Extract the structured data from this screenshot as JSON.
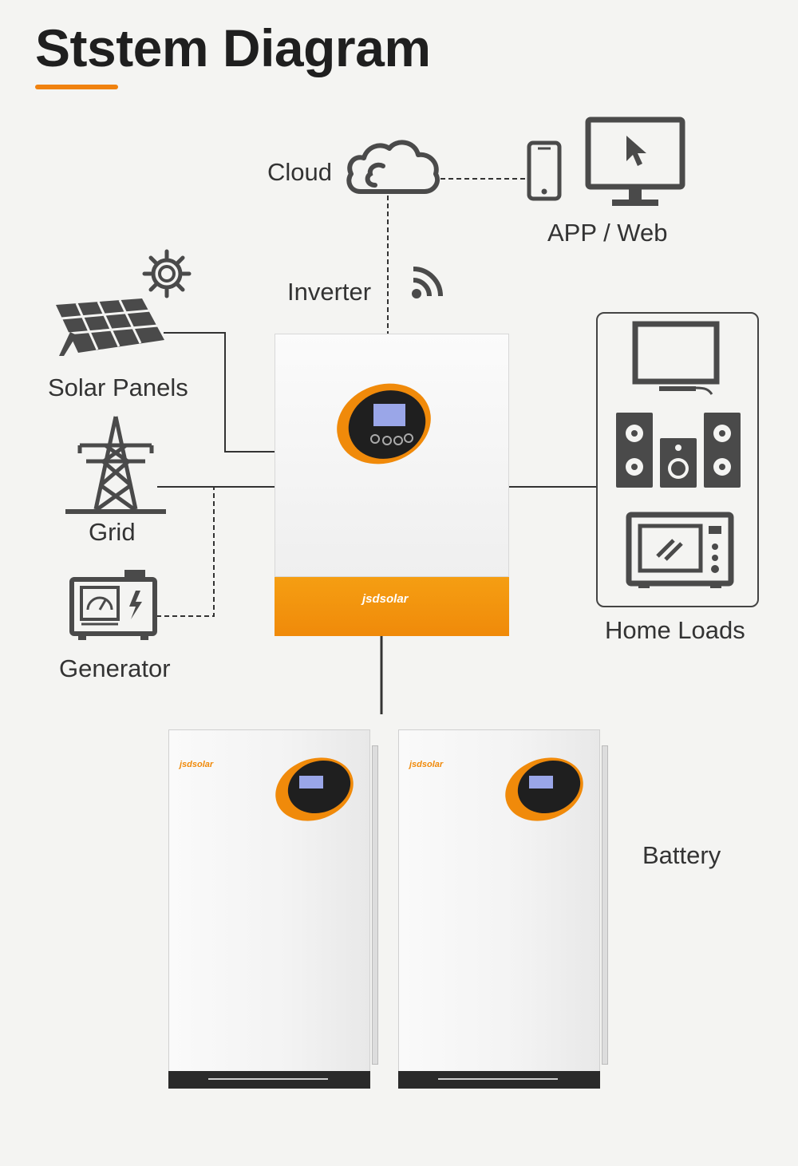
{
  "title": "Ststem Diagram",
  "labels": {
    "cloud": "Cloud",
    "app_web": "APP / Web",
    "inverter": "Inverter",
    "solar_panels": "Solar Panels",
    "grid": "Grid",
    "generator": "Generator",
    "home_loads": "Home Loads",
    "battery": "Battery"
  },
  "brand": "jsdsolar",
  "colors": {
    "accent": "#f0820f",
    "line": "#333333",
    "icon": "#4a4a4a"
  },
  "icons": [
    "cloud-icon",
    "smartphone-icon",
    "monitor-cursor-icon",
    "wifi-icon",
    "sun-gear-icon",
    "solar-panel-icon",
    "transmission-tower-icon",
    "generator-icon",
    "tv-icon",
    "speakers-icon",
    "microwave-icon"
  ]
}
